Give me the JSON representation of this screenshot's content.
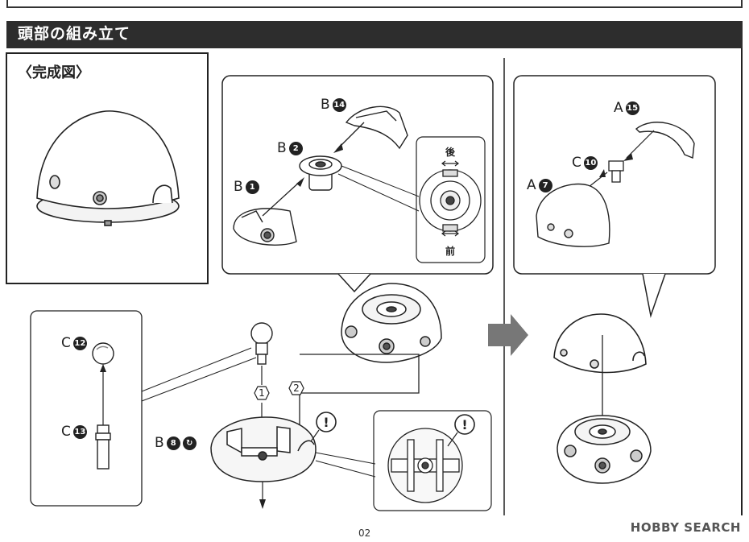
{
  "header": {
    "title": "頭部の組み立て"
  },
  "completed": {
    "label": "〈完成図〉"
  },
  "parts": {
    "b14": {
      "letter": "B",
      "num": "14"
    },
    "b2": {
      "letter": "B",
      "num": "2"
    },
    "b1": {
      "letter": "B",
      "num": "1"
    },
    "c12": {
      "letter": "C",
      "num": "12"
    },
    "c13": {
      "letter": "C",
      "num": "13"
    },
    "b8": {
      "letter": "B",
      "num": "8"
    },
    "a15": {
      "letter": "A",
      "num": "15"
    },
    "c10": {
      "letter": "C",
      "num": "10"
    },
    "a7": {
      "letter": "A",
      "num": "7"
    }
  },
  "orientation": {
    "back": "後",
    "front": "前"
  },
  "steps": {
    "one": "1",
    "two": "2"
  },
  "caution": "!",
  "page_number": "02",
  "watermark": "HOBBY SEARCH"
}
